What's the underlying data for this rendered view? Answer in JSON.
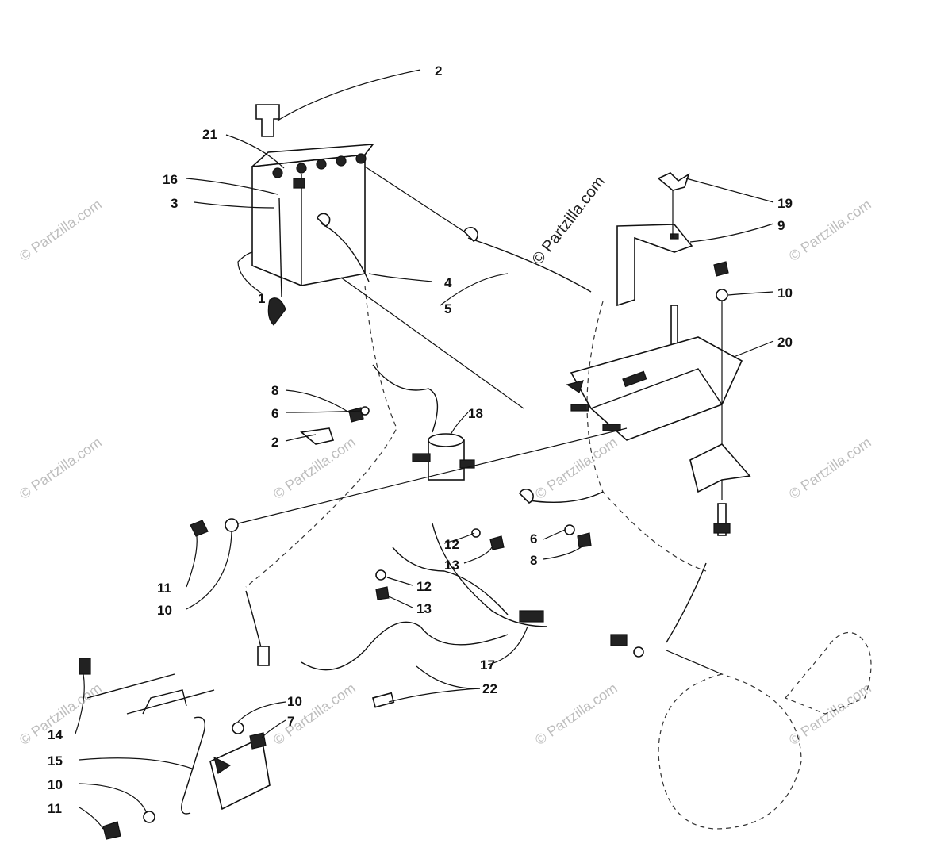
{
  "watermark": {
    "text": "© Partzilla.com",
    "main_text": "© Partzilla.com"
  },
  "callouts": [
    "2",
    "21",
    "16",
    "3",
    "1",
    "4",
    "5",
    "19",
    "9",
    "10",
    "20",
    "8",
    "6",
    "2",
    "18",
    "11",
    "10",
    "12",
    "13",
    "12",
    "13",
    "6",
    "8",
    "17",
    "22",
    "14",
    "10",
    "7",
    "15",
    "10",
    "11"
  ]
}
